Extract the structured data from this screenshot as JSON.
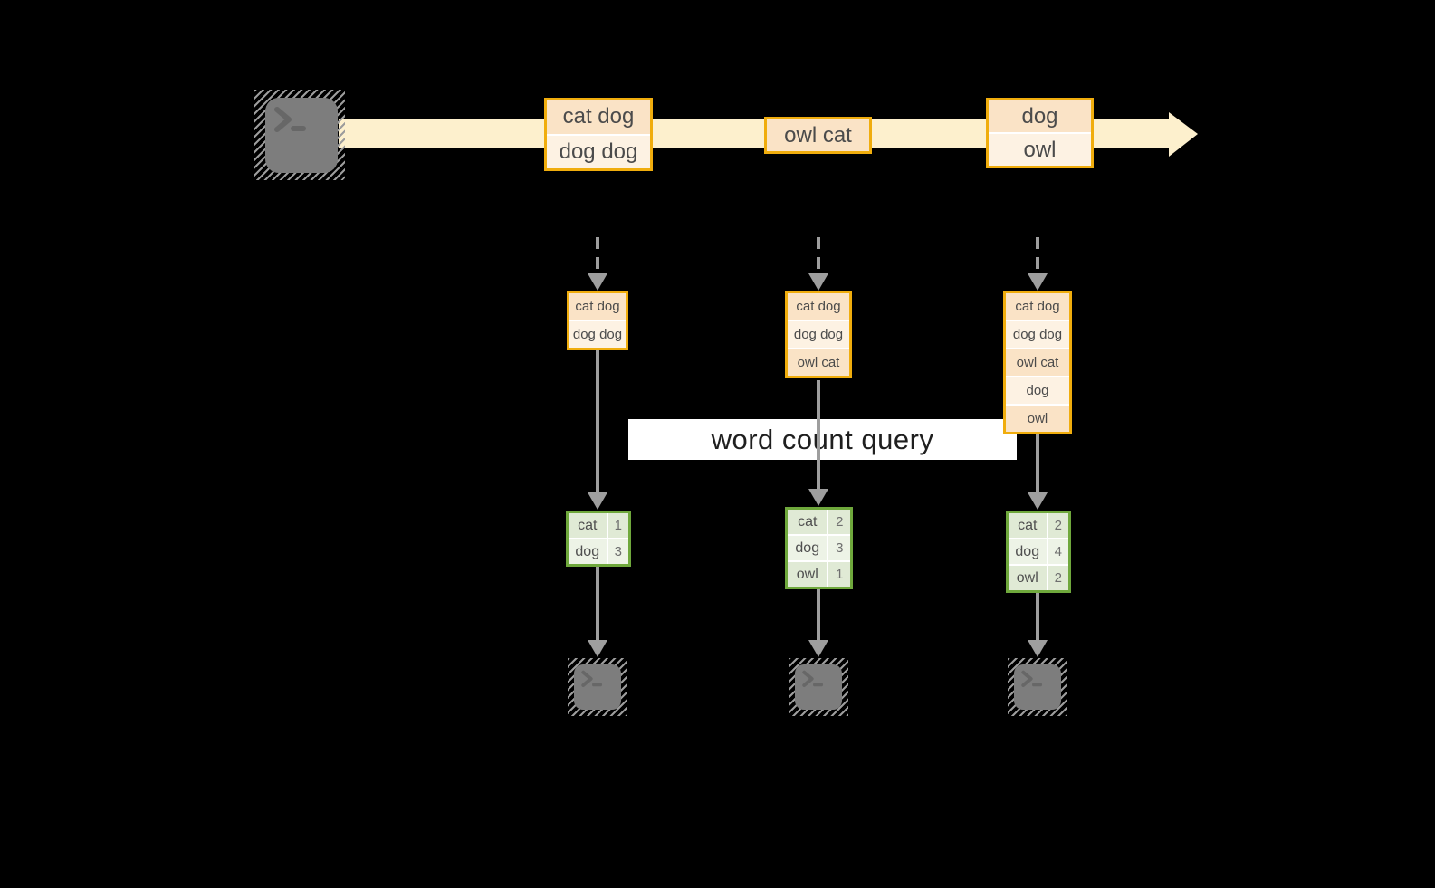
{
  "diagram": {
    "kind": "kafka-streams-word-count"
  },
  "records": [
    {
      "cells": [
        "cat dog",
        "dog dog"
      ]
    },
    {
      "cells": [
        "owl cat"
      ]
    },
    {
      "cells": [
        "dog",
        "owl"
      ]
    }
  ],
  "stores": [
    {
      "cells": [
        "cat dog",
        "dog dog"
      ]
    },
    {
      "cells": [
        "cat dog",
        "dog dog",
        "owl cat"
      ]
    },
    {
      "cells": [
        "cat dog",
        "dog dog",
        "owl cat",
        "dog",
        "owl"
      ]
    }
  ],
  "tables": [
    {
      "rows": [
        {
          "word": "cat",
          "count": "1"
        },
        {
          "word": "dog",
          "count": "3"
        }
      ]
    },
    {
      "rows": [
        {
          "word": "cat",
          "count": "2"
        },
        {
          "word": "dog",
          "count": "3"
        },
        {
          "word": "owl",
          "count": "1"
        }
      ]
    },
    {
      "rows": [
        {
          "word": "cat",
          "count": "2"
        },
        {
          "word": "dog",
          "count": "4"
        },
        {
          "word": "owl",
          "count": "2"
        }
      ]
    }
  ],
  "query": {
    "label": "word count query"
  },
  "icons": {
    "terminal": "terminal-prompt"
  },
  "colors": {
    "background": "#000000",
    "accent_orange": "#f0ad0d",
    "record_cell_dark": "#fae3c6",
    "record_cell_light": "#fdf2e3",
    "stream_band": "#fdf0cd",
    "green_border": "#6fa83c",
    "green_row_dark": "#e0ead5",
    "green_row_light": "#edf3e6",
    "arrow_grey": "#9e9e9e",
    "icon_grey": "#7d7d7d",
    "query_background": "#ffffff",
    "query_text": "#1f1f1f"
  }
}
